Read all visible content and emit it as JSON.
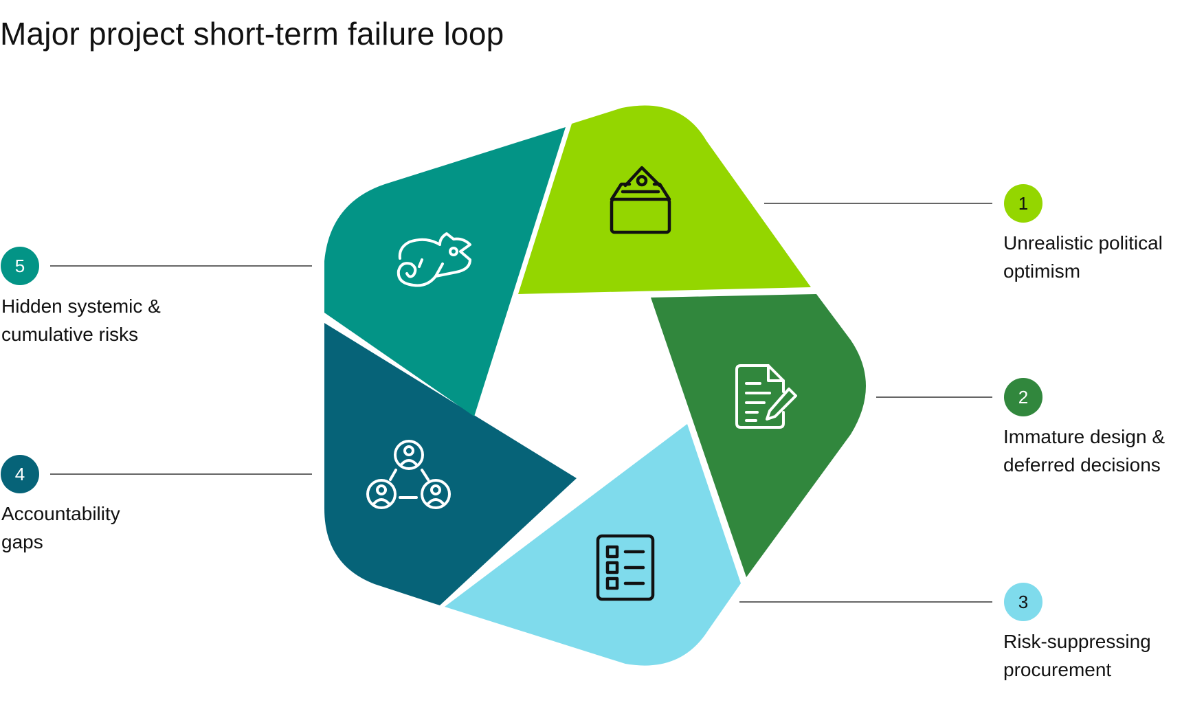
{
  "title": "Major project short-term failure loop",
  "colors": {
    "segment1": "#94d600",
    "segment2": "#31873d",
    "segment3": "#7fdbec",
    "segment4": "#066378",
    "segment5": "#039486",
    "connector": "#333333"
  },
  "steps": [
    {
      "number": "1",
      "line1": "Unrealistic political",
      "line2": "optimism",
      "icon": "ballot-box-icon"
    },
    {
      "number": "2",
      "line1": "Immature design &",
      "line2": "deferred decisions",
      "icon": "document-edit-icon"
    },
    {
      "number": "3",
      "line1": "Risk-suppressing",
      "line2": "procurement",
      "icon": "checklist-icon"
    },
    {
      "number": "4",
      "line1": "Accountability",
      "line2": "gaps",
      "icon": "people-network-icon"
    },
    {
      "number": "5",
      "line1": "Hidden systemic &",
      "line2": "cumulative risks",
      "icon": "chameleon-icon"
    }
  ]
}
